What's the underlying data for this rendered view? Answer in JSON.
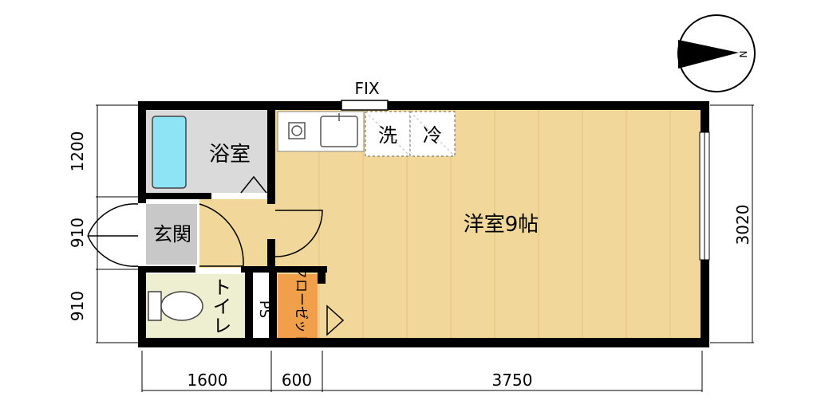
{
  "rooms": {
    "bath": "浴室",
    "entrance": "玄関",
    "toilet": "トイレ",
    "ps": "PS",
    "closet": "クローゼット",
    "main": "洋室9帖"
  },
  "appliances": {
    "washer": "洗",
    "fridge": "冷"
  },
  "window_label": "FIX",
  "compass": {
    "north": "N"
  },
  "dimensions": {
    "left": [
      "1200",
      "910",
      "910"
    ],
    "right": "3020",
    "bottom": [
      "1600",
      "600",
      "3750"
    ]
  },
  "colors": {
    "wall": "#000000",
    "floor_wood": "#f1d79a",
    "bath_floor": "#dadada",
    "bathtub": "#8ee4f4",
    "toilet_floor": "#eeeed0",
    "closet": "#f0a04a",
    "entrance_tile": "#c8c8c8"
  }
}
